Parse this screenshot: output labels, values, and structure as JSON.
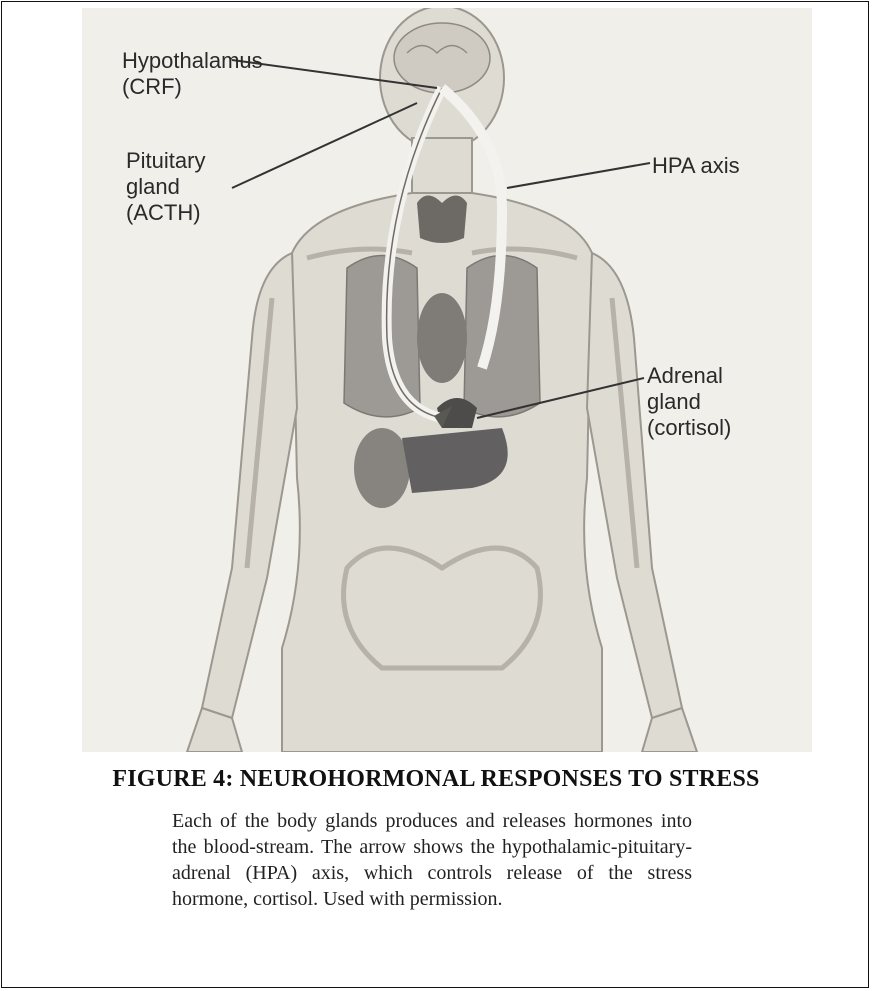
{
  "figure": {
    "labels": {
      "hypothalamus": "Hypothalamus",
      "hypothalamus_hormone": "(CRF)",
      "pituitary_1": "Pituitary",
      "pituitary_2": "gland",
      "pituitary_hormone": "(ACTH)",
      "hpa_axis": "HPA axis",
      "adrenal_1": "Adrenal",
      "adrenal_2": "gland",
      "adrenal_hormone": "(cortisol)"
    }
  },
  "caption": {
    "title": "FIGURE 4: NEUROHORMONAL RESPONSES TO STRESS",
    "body": "Each of the body glands produces and releases hormones into the blood-stream. The arrow shows the hypothalamic-pituitary-adrenal (HPA) axis, which controls release of the stress hormone, cortisol. Used with permission."
  }
}
